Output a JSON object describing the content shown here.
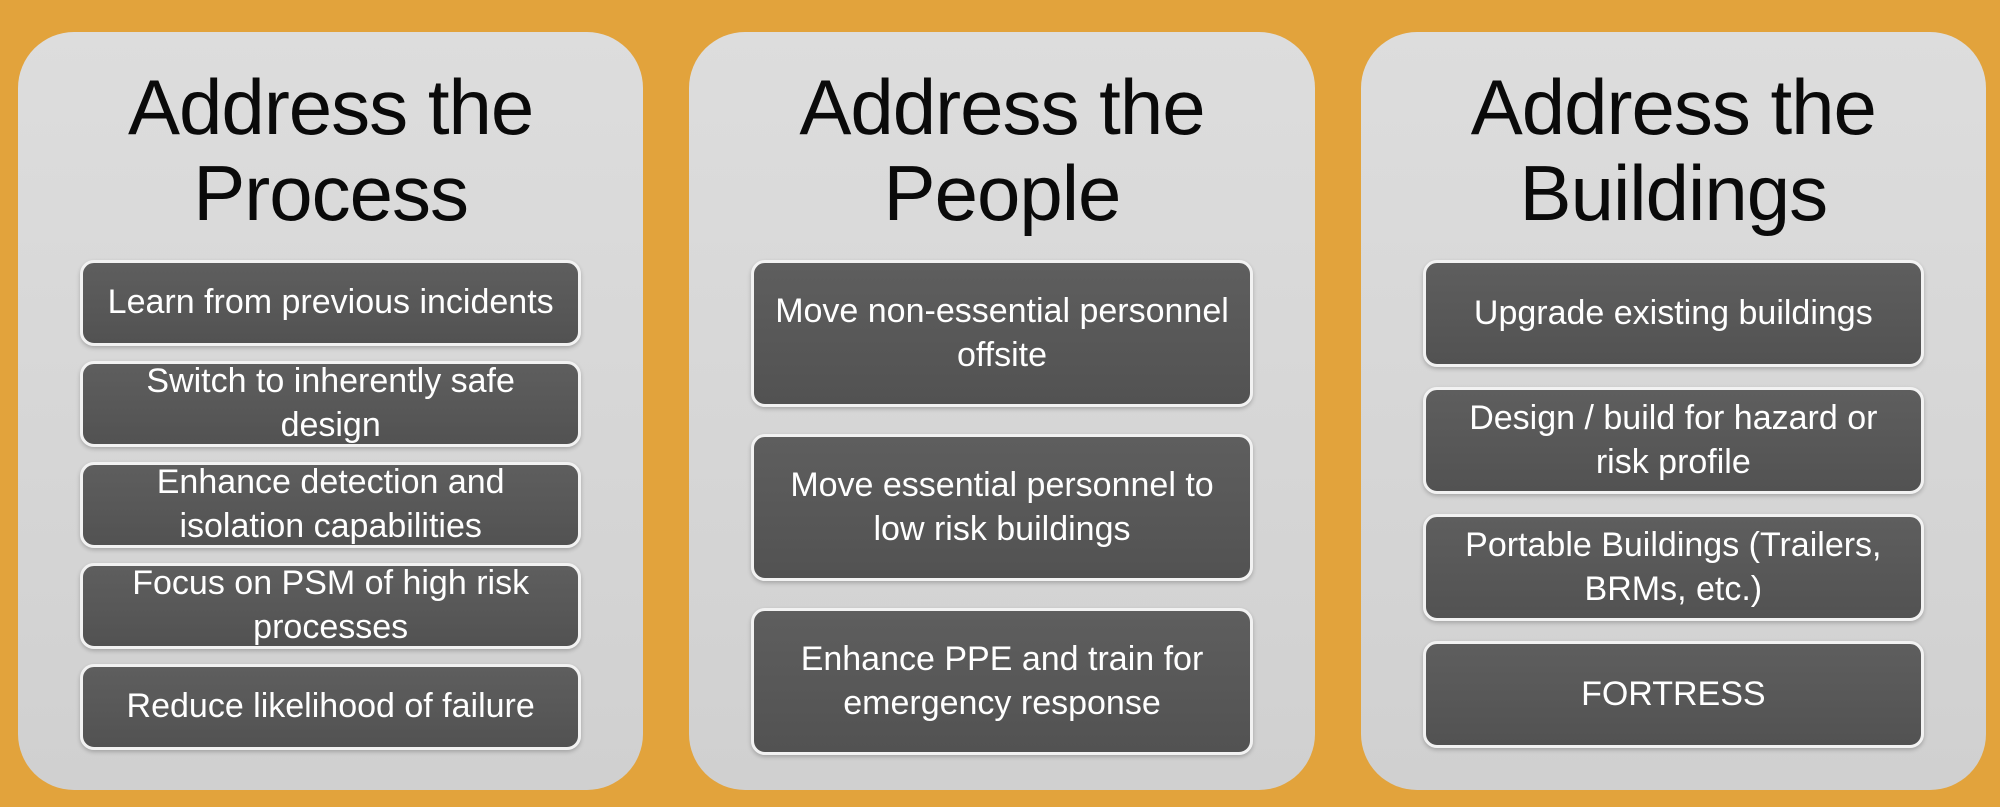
{
  "colors": {
    "background": "#E2A33C",
    "panel": "#D8D8D8",
    "box": "#595959",
    "box_border": "#F2F2F2",
    "title_text": "#0A0A0A",
    "box_text": "#FFFFFF"
  },
  "columns": [
    {
      "title": "Address the Process",
      "items": [
        {
          "label": "Learn from previous incidents"
        },
        {
          "label": "Switch to inherently safe design"
        },
        {
          "label": "Enhance detection and isolation capabilities"
        },
        {
          "label": "Focus on PSM of high risk processes"
        },
        {
          "label": "Reduce likelihood of failure"
        }
      ]
    },
    {
      "title": "Address the People",
      "items": [
        {
          "label": "Move non-essential personnel offsite"
        },
        {
          "label": "Move essential personnel to low risk buildings"
        },
        {
          "label": "Enhance PPE and train for emergency response"
        }
      ]
    },
    {
      "title": "Address the Buildings",
      "items": [
        {
          "label": "Upgrade existing buildings"
        },
        {
          "label": "Design / build for hazard or risk profile"
        },
        {
          "label": "Portable Buildings (Trailers, BRMs, etc.)"
        },
        {
          "label": "FORTRESS"
        }
      ]
    }
  ]
}
